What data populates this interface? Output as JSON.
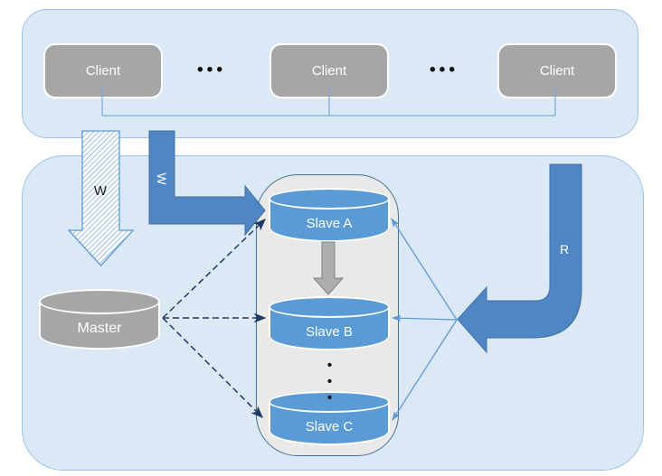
{
  "diagram_type": "master-slave replication architecture",
  "colors": {
    "tier_fill": "#dbe8f6",
    "tier_border": "#9cc2e5",
    "node_gray": "#a6a6a6",
    "cylinder_blue": "#5b9bd5",
    "big_arrow_blue": "#4f86c6",
    "big_arrow_border": "#41719c",
    "dashed_replication_navy": "#1f3864",
    "read_line_blue": "#5b9bd5",
    "slave_group_fill": "#e9e9e9",
    "slave_group_border": "#41719c",
    "cascade_arrow_gray": "#adadad"
  },
  "client_tier": {
    "clients": [
      {
        "label": "Client"
      },
      {
        "label": "Client"
      },
      {
        "label": "Client"
      }
    ],
    "ellipsis": "•••"
  },
  "storage_tier": {
    "master": {
      "label": "Master"
    },
    "slaves": [
      {
        "label": "Slave A"
      },
      {
        "label": "Slave B"
      },
      {
        "label": "Slave C"
      }
    ],
    "ellipsis_vertical": "•••"
  },
  "arrows": {
    "write_to_master_label": "W",
    "write_to_slave_label": "W",
    "read_label": "R"
  }
}
